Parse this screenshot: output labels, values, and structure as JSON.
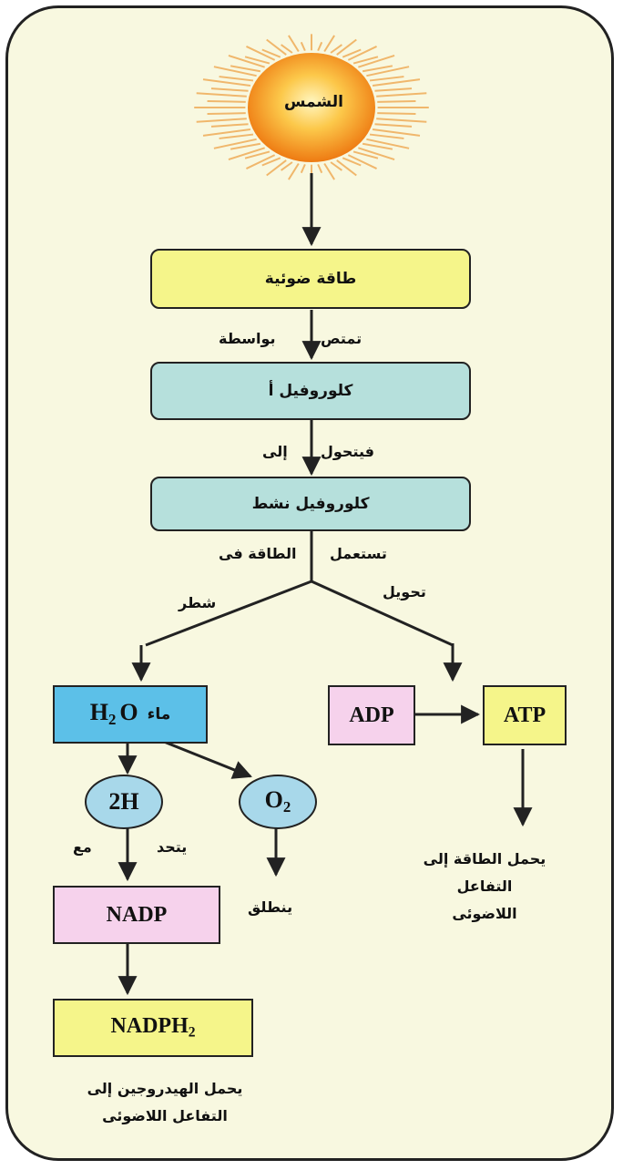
{
  "sun": {
    "label": "الشمس"
  },
  "boxes": {
    "light_energy": "طاقة ضوئية",
    "chlorophyll_a": "كلوروفيل أ",
    "active_chlorophyll": "كلوروفيل نشط",
    "water_ar": "ماء",
    "water_formula": "H",
    "water_formula_sub": "2",
    "water_formula_o": "O",
    "adp": "ADP",
    "atp": "ATP",
    "nadp": "NADP",
    "nadph2": "NADPH",
    "nadph2_sub": "2",
    "two_h": "2H",
    "o2": "O",
    "o2_sub": "2"
  },
  "labels": {
    "absorbed_left": "تمتص",
    "absorbed_right": "بواسطة",
    "turns_left": "فيتحول",
    "turns_right": "إلى",
    "uses_left": "تستعمل",
    "uses_right": "الطاقة فى",
    "convert": "تحويل",
    "split": "شطر",
    "with": "مع",
    "unites": "يتحد",
    "released": "ينطلق"
  },
  "notes": {
    "atp_note": "يحمل الطاقة إلى\nالتفاعل\nاللاضوئى",
    "nadph_note": "يحمل الهيدروجين إلى\nالتفاعل اللاضوئى"
  },
  "colors": {
    "background": "#f8f8e0",
    "yellow_box": "#f5f58a",
    "teal_box": "#b6e0dc",
    "blue_box": "#5cc0e8",
    "pink_box": "#f6d2ec",
    "circle_fill": "#a8d8ea",
    "sun_core": "#f7a020",
    "sun_rays": "#f0b060"
  }
}
